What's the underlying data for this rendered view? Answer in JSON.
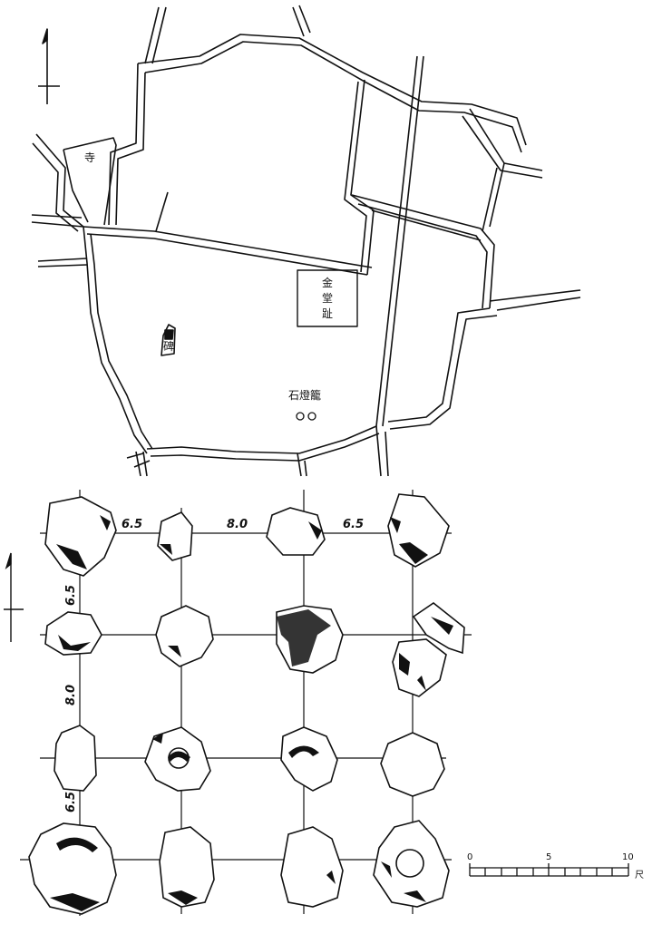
{
  "map": {
    "label_small_building": "寺",
    "label_kondo_site": [
      "金",
      "堂",
      "趾"
    ],
    "label_monument": "碑",
    "label_stones": "石燈籠"
  },
  "plan": {
    "dim_top_1": "6.5",
    "dim_top_2": "8.0",
    "dim_top_3": "6.5",
    "dim_left_1": "6.5",
    "dim_left_2": "8.0",
    "dim_left_3": "6.5"
  },
  "scale_bar": {
    "tick_0": "0",
    "tick_5": "5",
    "tick_10": "10",
    "unit": "尺"
  }
}
